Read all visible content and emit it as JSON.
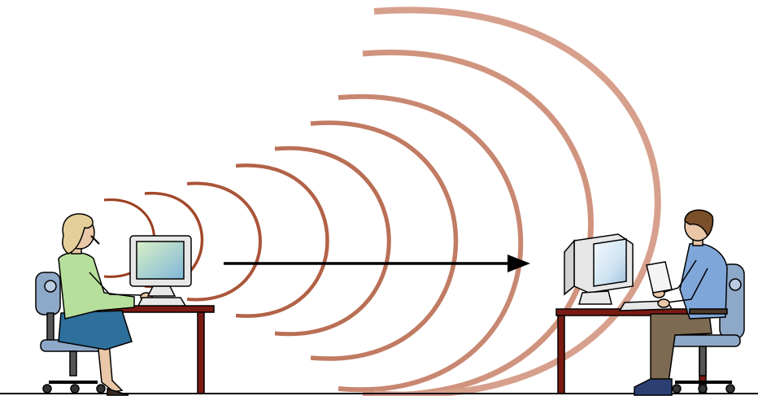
{
  "scene": {
    "description_free": true,
    "elements": {
      "sender": "woman-at-computer",
      "receiver": "man-at-computer",
      "arrow": "right-arrow",
      "waves": "radio-wave-arcs"
    },
    "wave_count": 9,
    "colors": {
      "wave_near": "#9b3d1e",
      "wave_far": "#d7a08c",
      "arrow": "#000000",
      "desk": "#7a1a12",
      "ground": "#000000",
      "woman_shirt": "#b7df9c",
      "woman_skirt": "#2e6f9c",
      "woman_hair": "#e4cf9a",
      "man_shirt": "#7fa6d8",
      "man_pants": "#7d6a52",
      "man_hair": "#7a4f2a",
      "chair": "#8ea8c8",
      "monitor_body": "#e7e7e7",
      "monitor_screen": "#cfe3f2"
    }
  }
}
